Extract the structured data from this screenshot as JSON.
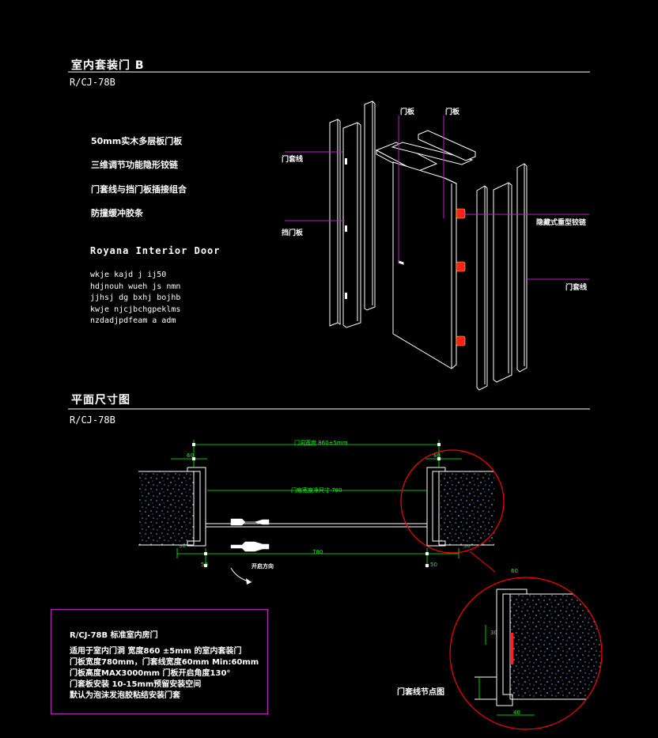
{
  "section1": {
    "title": "室内套装门 B",
    "code": "R/CJ-78B",
    "features": [
      "50mm实木多层板门板",
      "三维调节功能隐形铰链",
      "门套线与挡门板插接组合",
      "防撞缓冲胶条"
    ],
    "brand": "Royana Interior Door",
    "filler_lines": [
      "wkje kajd j  ij50",
      "hdjnouh wueh js nmn",
      "jjhsj dg bxhj bojhb",
      "kwje njcjbchgpeklms",
      "nzdadjpdfeam a adm"
    ],
    "callouts": {
      "door_panel": "门板",
      "door_board": "门板",
      "frame_line_top": "门套线",
      "stop_board": "挡门板",
      "hinge": "隐藏式重型铰链",
      "frame_line_right": "门套线"
    }
  },
  "section2": {
    "title": "平面尺寸图",
    "code": "R/CJ-78B",
    "dimensions": {
      "top_overall": "门洞宽度 860±5mm",
      "inner_clear": "门扇宽度净尺寸 780",
      "bottom_total": "780",
      "side_small_left": "30",
      "side_small_right": "30",
      "top_left": "60",
      "top_right": "60",
      "bottom_left": "50",
      "bottom_right": "50"
    },
    "swing_label": "开启方向",
    "detail_label": "门套线节点图",
    "detail_dims": {
      "top": "60",
      "side": "30",
      "bottom": "40"
    }
  },
  "spec_box": {
    "title": "R/CJ-78B   标准室内房门",
    "lines": [
      "适用于室内门洞 宽度860 ±5mm 的室内套装门",
      "门板宽度780mm，门套线宽度60mm Min:60mm",
      "门板高度MAX3000mm  门板开启角度130°",
      "门套板安装 10-15mm预留安装空间",
      "默认为泡沫发泡胶粘结安装门套"
    ]
  },
  "colors": {
    "background": "#000000",
    "line": "#ffffff",
    "dimension": "#00ff00",
    "callout_leader": "#c020c0",
    "circle": "#ff0000",
    "hinge": "#ff2020",
    "wall_speckle": "#6fa8ff"
  }
}
